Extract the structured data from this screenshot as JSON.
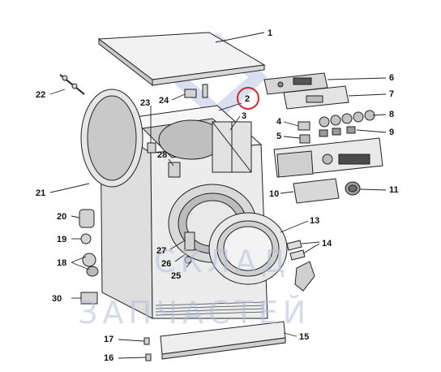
{
  "parts": [
    {
      "num": "1"
    },
    {
      "num": "2"
    },
    {
      "num": "3"
    },
    {
      "num": "4"
    },
    {
      "num": "5"
    },
    {
      "num": "6"
    },
    {
      "num": "7"
    },
    {
      "num": "8"
    },
    {
      "num": "9"
    },
    {
      "num": "10"
    },
    {
      "num": "11"
    },
    {
      "num": "13"
    },
    {
      "num": "14"
    },
    {
      "num": "15"
    },
    {
      "num": "16"
    },
    {
      "num": "17"
    },
    {
      "num": "18"
    },
    {
      "num": "19"
    },
    {
      "num": "20"
    },
    {
      "num": "21"
    },
    {
      "num": "22"
    },
    {
      "num": "23"
    },
    {
      "num": "24"
    },
    {
      "num": "25"
    },
    {
      "num": "26"
    },
    {
      "num": "27"
    },
    {
      "num": "28"
    },
    {
      "num": "30"
    }
  ],
  "highlight": {
    "num": "2",
    "color": "#d9262c"
  },
  "watermark": {
    "line1": "СКЛАД",
    "line2": "ЗАПЧАСТЕЙ",
    "color": "#b3bfe0"
  }
}
